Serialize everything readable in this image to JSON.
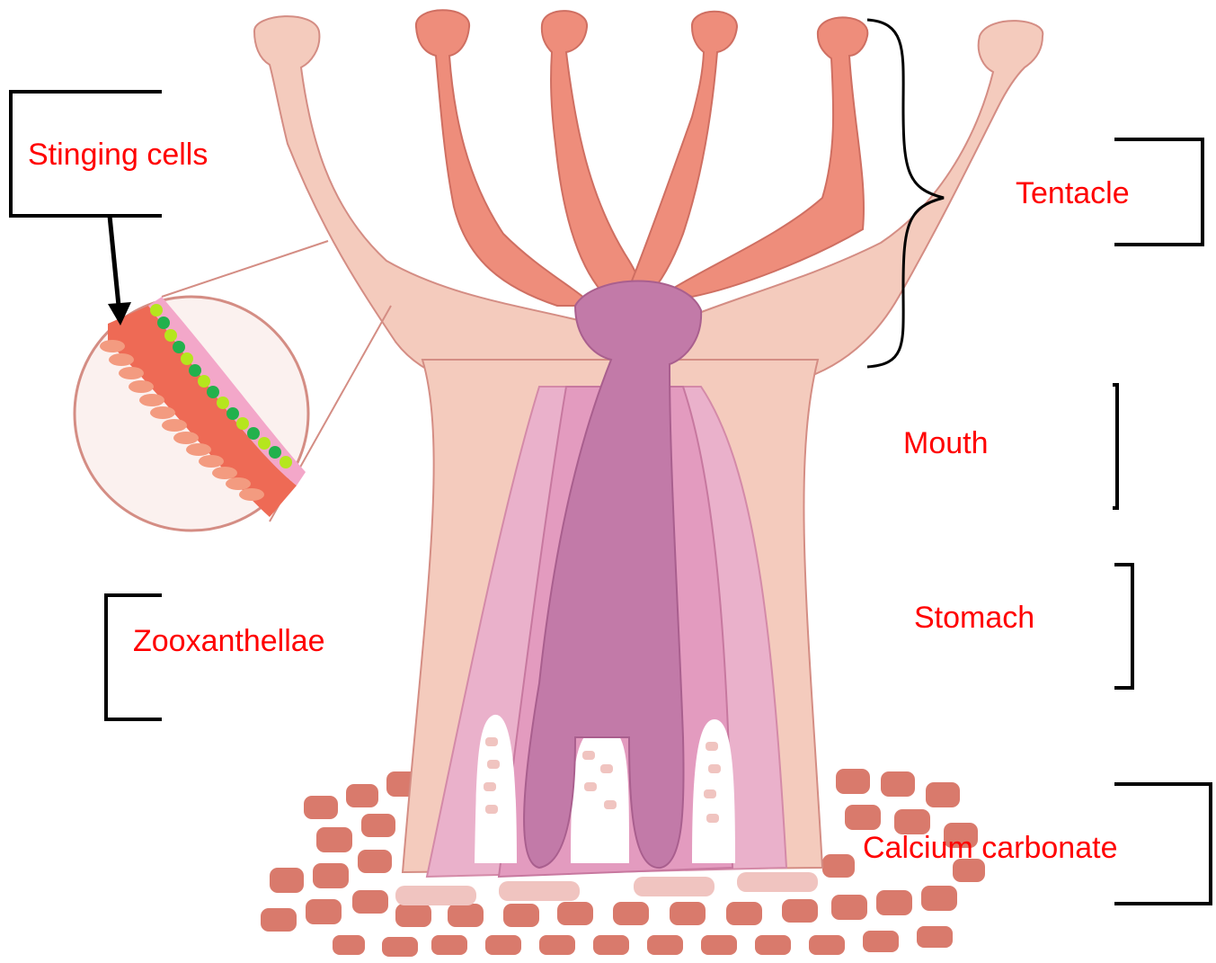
{
  "diagram": {
    "labels": {
      "stinging_cells": "Stinging cells",
      "zooxanthellae": "Zooxanthellae",
      "tentacle": "Tentacle",
      "mouth": "Mouth",
      "stomach": "Stomach",
      "calcium_carbonate": "Calcium carbonate"
    },
    "colors": {
      "label_text": "#ff0000",
      "bracket": "#000000",
      "outer_tentacle": "#f4cbbd",
      "inner_tentacle": "#ee8d7b",
      "mouth_purple": "#c27aa8",
      "stomach_pink": "#eab1cb",
      "skeleton": "#d97a6c",
      "skeleton_light": "#f0c4c0",
      "zoox_dark_green": "#22b14c",
      "zoox_light_green": "#b5e61d"
    }
  }
}
